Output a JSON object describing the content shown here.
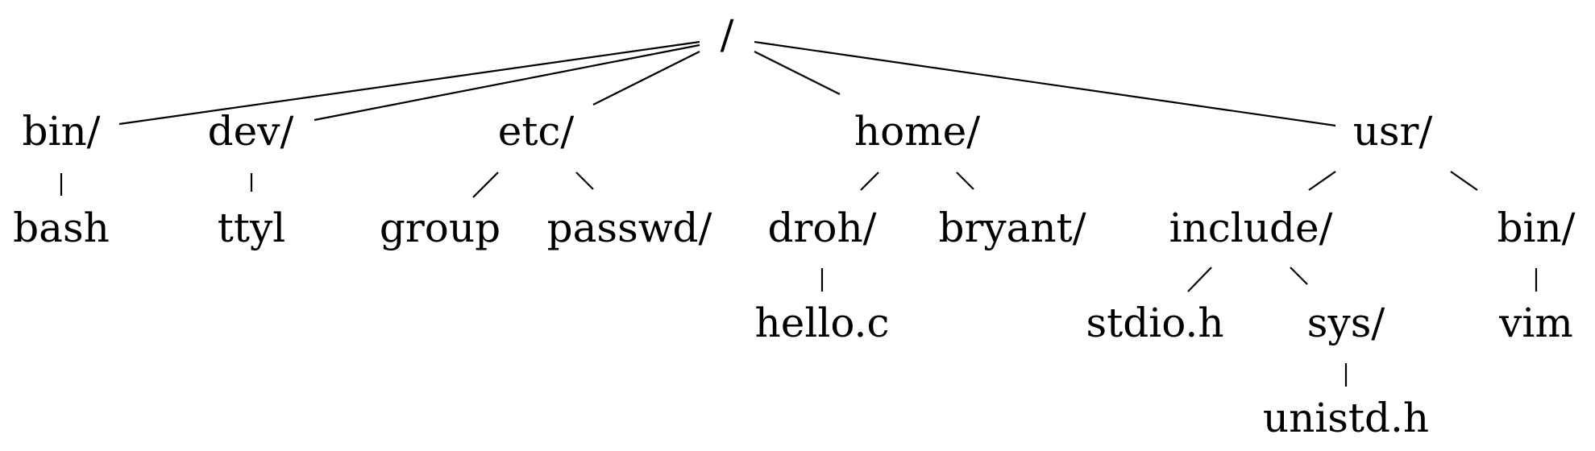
{
  "tree": {
    "root": "/",
    "nodes": [
      {
        "id": "root",
        "label": "/",
        "parent": null
      },
      {
        "id": "bin",
        "label": "bin/",
        "parent": "root"
      },
      {
        "id": "dev",
        "label": "dev/",
        "parent": "root"
      },
      {
        "id": "etc",
        "label": "etc/",
        "parent": "root"
      },
      {
        "id": "home",
        "label": "home/",
        "parent": "root"
      },
      {
        "id": "usr",
        "label": "usr/",
        "parent": "root"
      },
      {
        "id": "bash",
        "label": "bash",
        "parent": "bin"
      },
      {
        "id": "ttyl",
        "label": "ttyl",
        "parent": "dev"
      },
      {
        "id": "group",
        "label": "group",
        "parent": "etc"
      },
      {
        "id": "passwd",
        "label": "passwd/",
        "parent": "etc"
      },
      {
        "id": "droh",
        "label": "droh/",
        "parent": "home"
      },
      {
        "id": "bryant",
        "label": "bryant/",
        "parent": "home"
      },
      {
        "id": "include",
        "label": "include/",
        "parent": "usr"
      },
      {
        "id": "usrbin",
        "label": "bin/",
        "parent": "usr"
      },
      {
        "id": "helloc",
        "label": "hello.c",
        "parent": "droh"
      },
      {
        "id": "stdioh",
        "label": "stdio.h",
        "parent": "include"
      },
      {
        "id": "sys",
        "label": "sys/",
        "parent": "include"
      },
      {
        "id": "vim",
        "label": "vim",
        "parent": "usrbin"
      },
      {
        "id": "unistdh",
        "label": "unistd.h",
        "parent": "sys"
      }
    ]
  }
}
